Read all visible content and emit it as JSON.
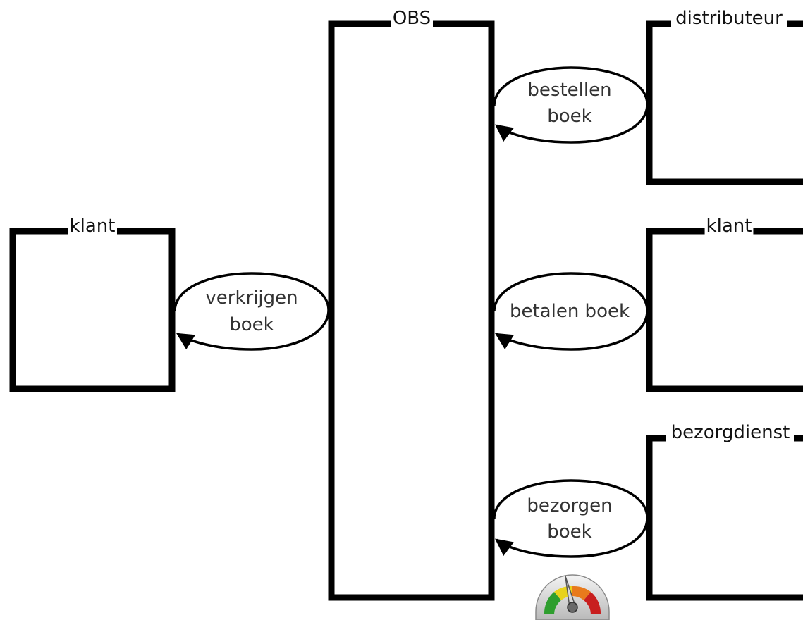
{
  "diagram": {
    "system": {
      "label": "OBS"
    },
    "actors": {
      "left_client": {
        "label": "klant"
      },
      "distributor": {
        "label": "distributeur"
      },
      "right_client": {
        "label": "klant"
      },
      "delivery": {
        "label": "bezorgdienst"
      }
    },
    "processes": {
      "verkrijgen": {
        "lines": [
          "verkrijgen",
          "boek"
        ]
      },
      "bestellen": {
        "lines": [
          "bestellen",
          "boek"
        ]
      },
      "betalen": {
        "lines": [
          "betalen boek"
        ]
      },
      "bezorgen": {
        "lines": [
          "bezorgen",
          "boek"
        ]
      }
    },
    "gauge_icon": {
      "icon": "speedometer-icon",
      "colors": [
        "#2e9e2e",
        "#e8d21c",
        "#e87a1c",
        "#c81e1e"
      ]
    }
  }
}
